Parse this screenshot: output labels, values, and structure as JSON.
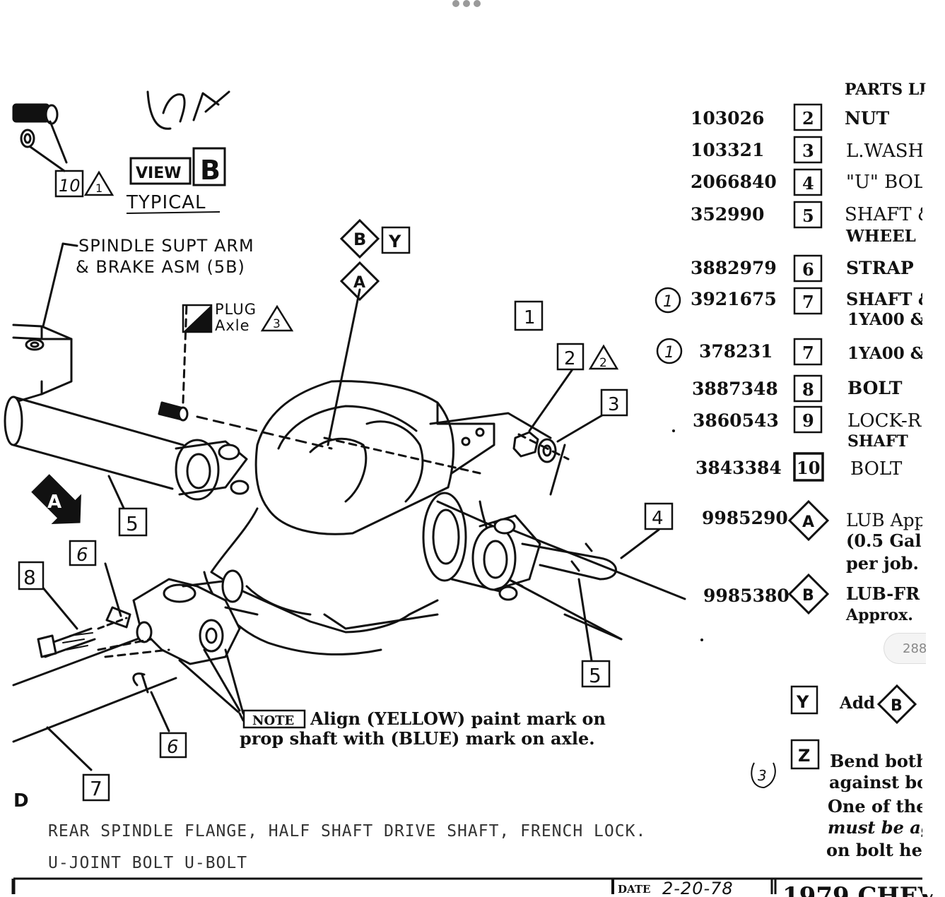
{
  "viewer": {
    "menu_icon": "more-horizontal-icon",
    "page_badge": "288"
  },
  "view_label": {
    "word": "VIEW",
    "letter": "B",
    "typical": "TYPICAL"
  },
  "labels": {
    "spindle_line1": "SPINDLE SUPT ARM",
    "spindle_line2": "& BRAKE ASM (5B)",
    "plug_line1": "PLUG",
    "plug_line2": "Axle",
    "diamond_b": "B",
    "box_y": "Y",
    "diamond_a": "A",
    "arrow_a": "A",
    "top_scribble": "INF",
    "bottom_left_fragment": "D",
    "circled_3": "3"
  },
  "callouts": {
    "c10": "10",
    "c10_tri": "1",
    "c1": "1",
    "c2": "2",
    "c2_tri": "2",
    "c3": "3",
    "plug_tri": "3",
    "c4": "4",
    "c5a": "5",
    "c5b": "5",
    "c6a": "6",
    "c6b": "6",
    "c7": "7",
    "c8": "8"
  },
  "note": {
    "badge": "NOTE",
    "line1": "Align (YELLOW) paint mark on",
    "line2": "prop shaft with (BLUE) mark on axle."
  },
  "parts_header_fragment": "PARTS LI",
  "parts": [
    {
      "part_no": "103026",
      "key": "2",
      "desc": "NUT"
    },
    {
      "part_no": "103321",
      "key": "3",
      "desc": "L.WASH"
    },
    {
      "part_no": "2066840",
      "key": "4",
      "desc": "\"U\" BOL"
    },
    {
      "part_no": "352990",
      "key": "5",
      "desc": "SHAFT &",
      "desc2": "WHEEL"
    },
    {
      "part_no": "3882979",
      "key": "6",
      "desc": "STRAP"
    },
    {
      "part_no": "3921675",
      "key": "7",
      "desc": "SHAFT &",
      "desc2": "1YA00 &",
      "note": "1"
    },
    {
      "part_no": "378231",
      "key": "7",
      "desc": "1YA00 &",
      "note": "1"
    },
    {
      "part_no": "3887348",
      "key": "8",
      "desc": "BOLT"
    },
    {
      "part_no": "3860543",
      "key": "9",
      "desc": "LOCK-R",
      "desc2": "SHAFT"
    },
    {
      "part_no": "3843384",
      "key": "10",
      "desc": "BOLT"
    },
    {
      "part_no": "9985290",
      "key": "A",
      "desc": "LUB App",
      "desc2": "(0.5 Gal",
      "desc3": "per job."
    },
    {
      "part_no": "9985380",
      "key": "B",
      "desc": "LUB-FR",
      "desc2": "Approx."
    }
  ],
  "y_note": {
    "key": "Y",
    "text": "Add",
    "diamond": "B"
  },
  "z_note": {
    "key": "Z",
    "line1": "Bend both",
    "line2": "against bo",
    "line3": "One of the",
    "line4": "must be ag",
    "line5": "on bolt hea"
  },
  "caption": {
    "line1": "REAR SPINDLE FLANGE, HALF SHAFT DRIVE SHAFT, FRENCH LOCK.",
    "line2": "U-JOINT BOLT U-BOLT"
  },
  "title_block": {
    "date_label": "DATE",
    "date_value": "2-20-78",
    "model_fragment": "1979 CHEV"
  }
}
